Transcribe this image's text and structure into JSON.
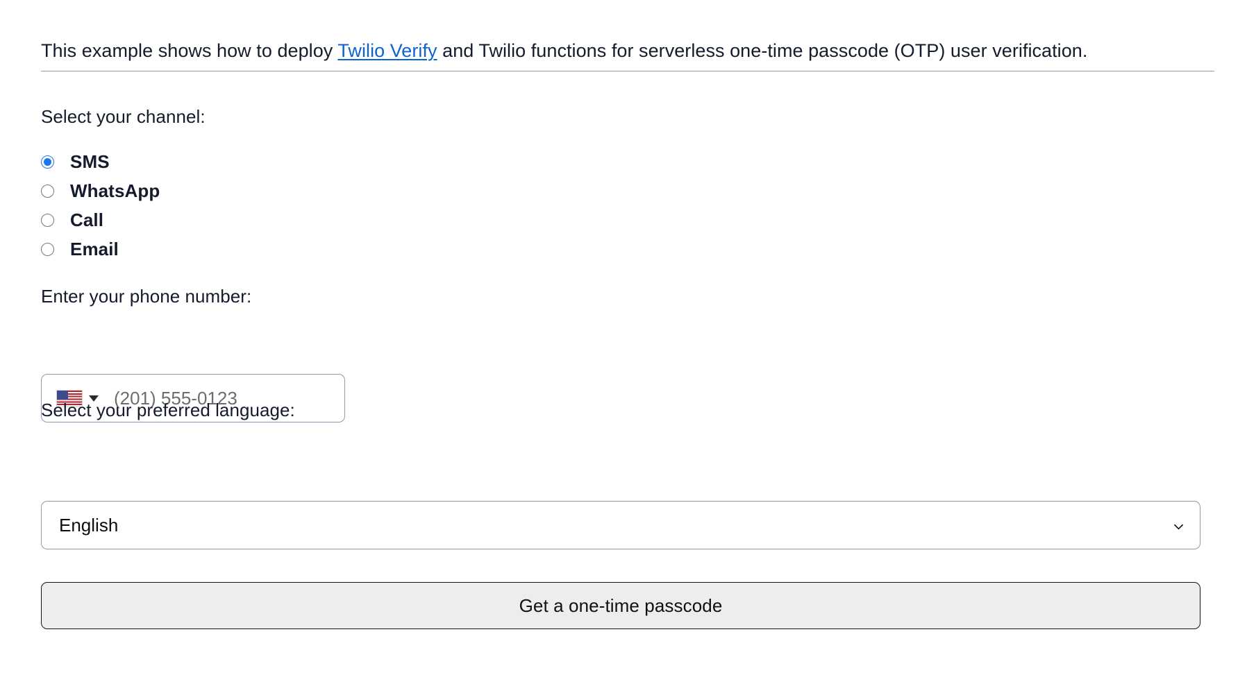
{
  "intro": {
    "before_link": "This example shows how to deploy ",
    "link_text": "Twilio Verify",
    "after_link": " and Twilio functions for serverless one-time passcode (OTP) user verification.",
    "link_color": "#0d62d0"
  },
  "channel": {
    "label": "Select your channel:",
    "selected": "SMS",
    "options": [
      {
        "label": "SMS",
        "selected": true
      },
      {
        "label": "WhatsApp",
        "selected": false
      },
      {
        "label": "Call",
        "selected": false
      },
      {
        "label": "Email",
        "selected": false
      }
    ],
    "accent_color": "#1b76ef"
  },
  "phone": {
    "label": "Enter your phone number:",
    "country_flag": "🇺🇸",
    "country_flag_name": "united-states-flag",
    "value": "",
    "placeholder": "(201) 555-0123",
    "dropdown_icon": "caret-down-icon"
  },
  "language": {
    "label": "Select your preferred language:",
    "selected": "English",
    "options": [
      "English"
    ],
    "chevron_icon": "chevron-down-icon"
  },
  "submit": {
    "label": "Get a one-time passcode"
  }
}
